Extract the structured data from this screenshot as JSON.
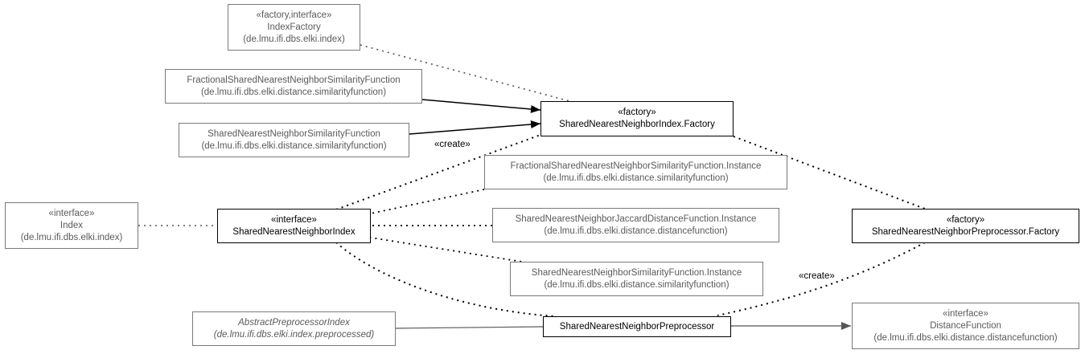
{
  "nodes": {
    "index_factory": {
      "lines": [
        "«factory,interface»",
        "IndexFactory",
        "(de.lmu.ifi.dbs.elki.index)"
      ]
    },
    "fractional_snn_similarity": {
      "lines": [
        "FractionalSharedNearestNeighborSimilarityFunction",
        "(de.lmu.ifi.dbs.elki.distance.similarityfunction)"
      ]
    },
    "snn_similarity": {
      "lines": [
        "SharedNearestNeighborSimilarityFunction",
        "(de.lmu.ifi.dbs.elki.distance.similarityfunction)"
      ]
    },
    "snn_index_factory": {
      "lines": [
        "«factory»",
        "SharedNearestNeighborIndex.Factory"
      ]
    },
    "fractional_snn_similarity_instance": {
      "lines": [
        "FractionalSharedNearestNeighborSimilarityFunction.Instance",
        "(de.lmu.ifi.dbs.elki.distance.similarityfunction)"
      ]
    },
    "index": {
      "lines": [
        "«interface»",
        "Index",
        "(de.lmu.ifi.dbs.elki.index)"
      ]
    },
    "snn_index": {
      "lines": [
        "«interface»",
        "SharedNearestNeighborIndex"
      ]
    },
    "snn_jaccard_instance": {
      "lines": [
        "SharedNearestNeighborJaccardDistanceFunction.Instance",
        "(de.lmu.ifi.dbs.elki.distance.distancefunction)"
      ]
    },
    "snn_preprocessor_factory": {
      "lines": [
        "«factory»",
        "SharedNearestNeighborPreprocessor.Factory"
      ]
    },
    "snn_similarity_instance": {
      "lines": [
        "SharedNearestNeighborSimilarityFunction.Instance",
        "(de.lmu.ifi.dbs.elki.distance.similarityfunction)"
      ]
    },
    "abstract_preprocessor_index": {
      "lines": [
        "AbstractPreprocessorIndex",
        "(de.lmu.ifi.dbs.elki.index.preprocessed)"
      ]
    },
    "snn_preprocessor": {
      "lines": [
        "SharedNearestNeighborPreprocessor"
      ]
    },
    "distance_function": {
      "lines": [
        "«interface»",
        "DistanceFunction",
        "(de.lmu.ifi.dbs.elki.distance.distancefunction)"
      ]
    }
  },
  "labels": {
    "create_top": "«create»",
    "create_right": "«create»"
  }
}
